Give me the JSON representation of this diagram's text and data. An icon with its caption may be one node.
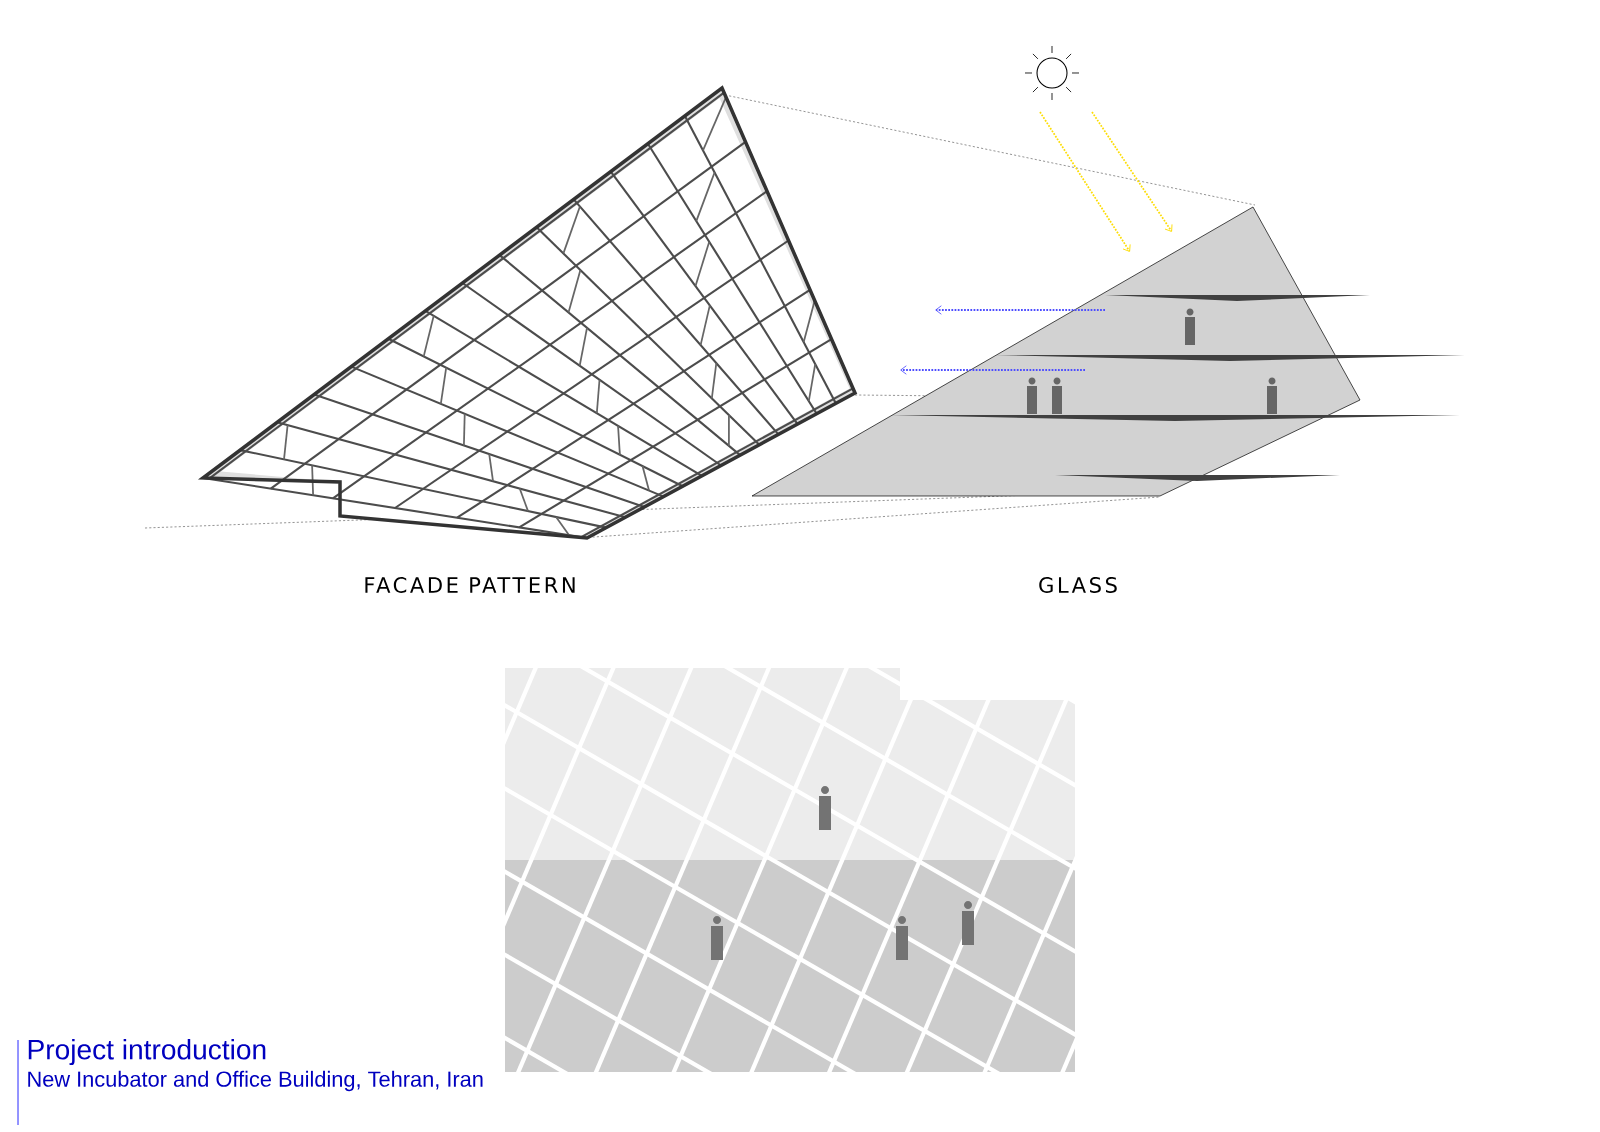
{
  "diagram": {
    "labels": [
      "FACADE PATTERN",
      "GLASS",
      "Project introduction",
      "New Incubator and Office Building, Tehran, Iran"
    ]
  }
}
